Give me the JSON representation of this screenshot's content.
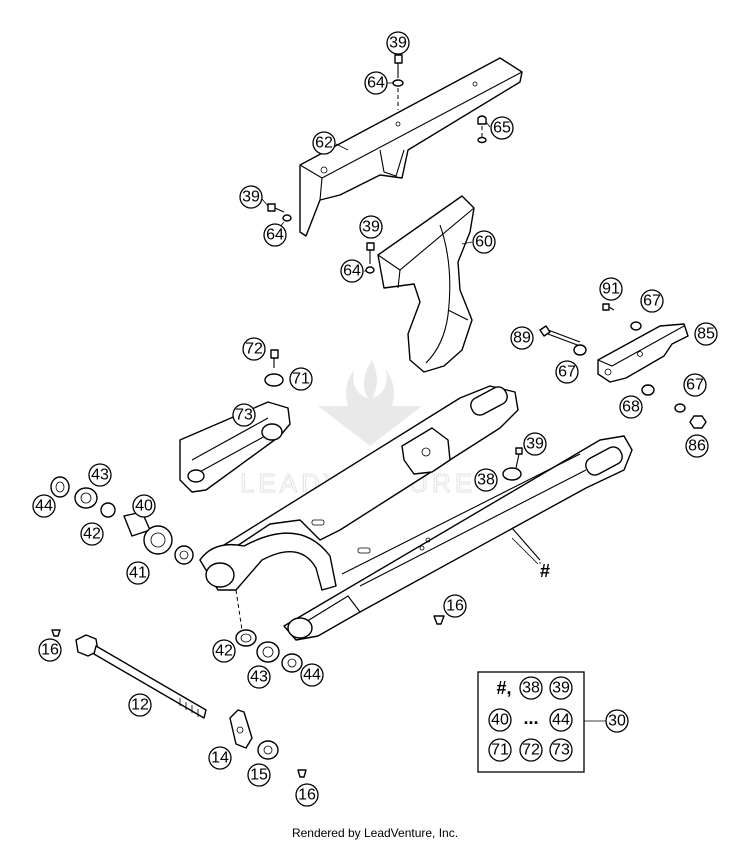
{
  "diagram": {
    "watermark_text": "LEADVENTURE",
    "footer_text": "Rendered by LeadVenture, Inc.",
    "kit_box": {
      "hash_label": "#,",
      "ellipsis": "...",
      "callout_number": "30"
    },
    "swingarm_hash_label": "#",
    "callouts": [
      {
        "id": "c39a",
        "label": "39"
      },
      {
        "id": "c64a",
        "label": "64"
      },
      {
        "id": "c65",
        "label": "65"
      },
      {
        "id": "c62",
        "label": "62"
      },
      {
        "id": "c39b",
        "label": "39"
      },
      {
        "id": "c64b",
        "label": "64"
      },
      {
        "id": "c39c",
        "label": "39"
      },
      {
        "id": "c60",
        "label": "60"
      },
      {
        "id": "c64c",
        "label": "64"
      },
      {
        "id": "c91",
        "label": "91"
      },
      {
        "id": "c67a",
        "label": "67"
      },
      {
        "id": "c89",
        "label": "89"
      },
      {
        "id": "c85",
        "label": "85"
      },
      {
        "id": "c67b",
        "label": "67"
      },
      {
        "id": "c67c",
        "label": "67"
      },
      {
        "id": "c68",
        "label": "68"
      },
      {
        "id": "c86",
        "label": "86"
      },
      {
        "id": "c72",
        "label": "72"
      },
      {
        "id": "c71",
        "label": "71"
      },
      {
        "id": "c73",
        "label": "73"
      },
      {
        "id": "c39d",
        "label": "39"
      },
      {
        "id": "c38",
        "label": "38"
      },
      {
        "id": "c43a",
        "label": "43"
      },
      {
        "id": "c44a",
        "label": "44"
      },
      {
        "id": "c40",
        "label": "40"
      },
      {
        "id": "c42a",
        "label": "42"
      },
      {
        "id": "c41",
        "label": "41"
      },
      {
        "id": "c16a",
        "label": "16"
      },
      {
        "id": "c16b",
        "label": "16"
      },
      {
        "id": "c42b",
        "label": "42"
      },
      {
        "id": "c43b",
        "label": "43"
      },
      {
        "id": "c44b",
        "label": "44"
      },
      {
        "id": "c12",
        "label": "12"
      },
      {
        "id": "c14",
        "label": "14"
      },
      {
        "id": "c15",
        "label": "15"
      },
      {
        "id": "c16c",
        "label": "16"
      },
      {
        "id": "c30",
        "label": "30"
      },
      {
        "id": "k38",
        "label": "38"
      },
      {
        "id": "k39",
        "label": "39"
      },
      {
        "id": "k40",
        "label": "40"
      },
      {
        "id": "k44",
        "label": "44"
      },
      {
        "id": "k71",
        "label": "71"
      },
      {
        "id": "k72",
        "label": "72"
      },
      {
        "id": "k73",
        "label": "73"
      }
    ]
  }
}
